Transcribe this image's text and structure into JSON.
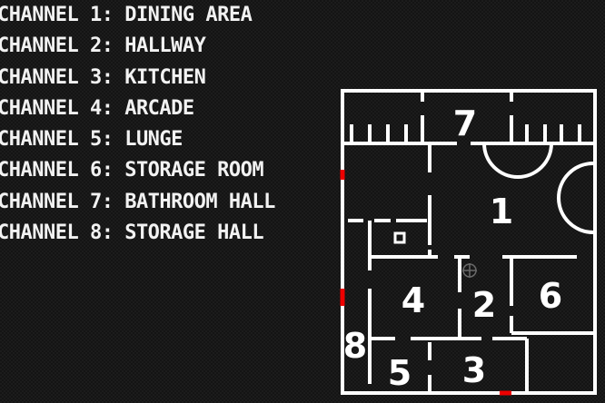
{
  "channels": [
    {
      "label": "CHANNEL 1: DINING AREA"
    },
    {
      "label": "CHANNEL 2: HALLWAY"
    },
    {
      "label": "CHANNEL 3: KITCHEN"
    },
    {
      "label": "CHANNEL 4: ARCADE"
    },
    {
      "label": "CHANNEL 5: LUNGE"
    },
    {
      "label": "CHANNEL 6: STORAGE ROOM"
    },
    {
      "label": "CHANNEL 7: BATHROOM HALL"
    },
    {
      "label": "CHANNEL 8: STORAGE HALL"
    }
  ],
  "map": {
    "rooms": {
      "r1": "1",
      "r2": "2",
      "r3": "3",
      "r4": "4",
      "r5": "5",
      "r6": "6",
      "r7": "7",
      "r8": "8"
    },
    "colors": {
      "wall": "#ffffff",
      "door": "#e00000",
      "background": "#141414"
    }
  }
}
